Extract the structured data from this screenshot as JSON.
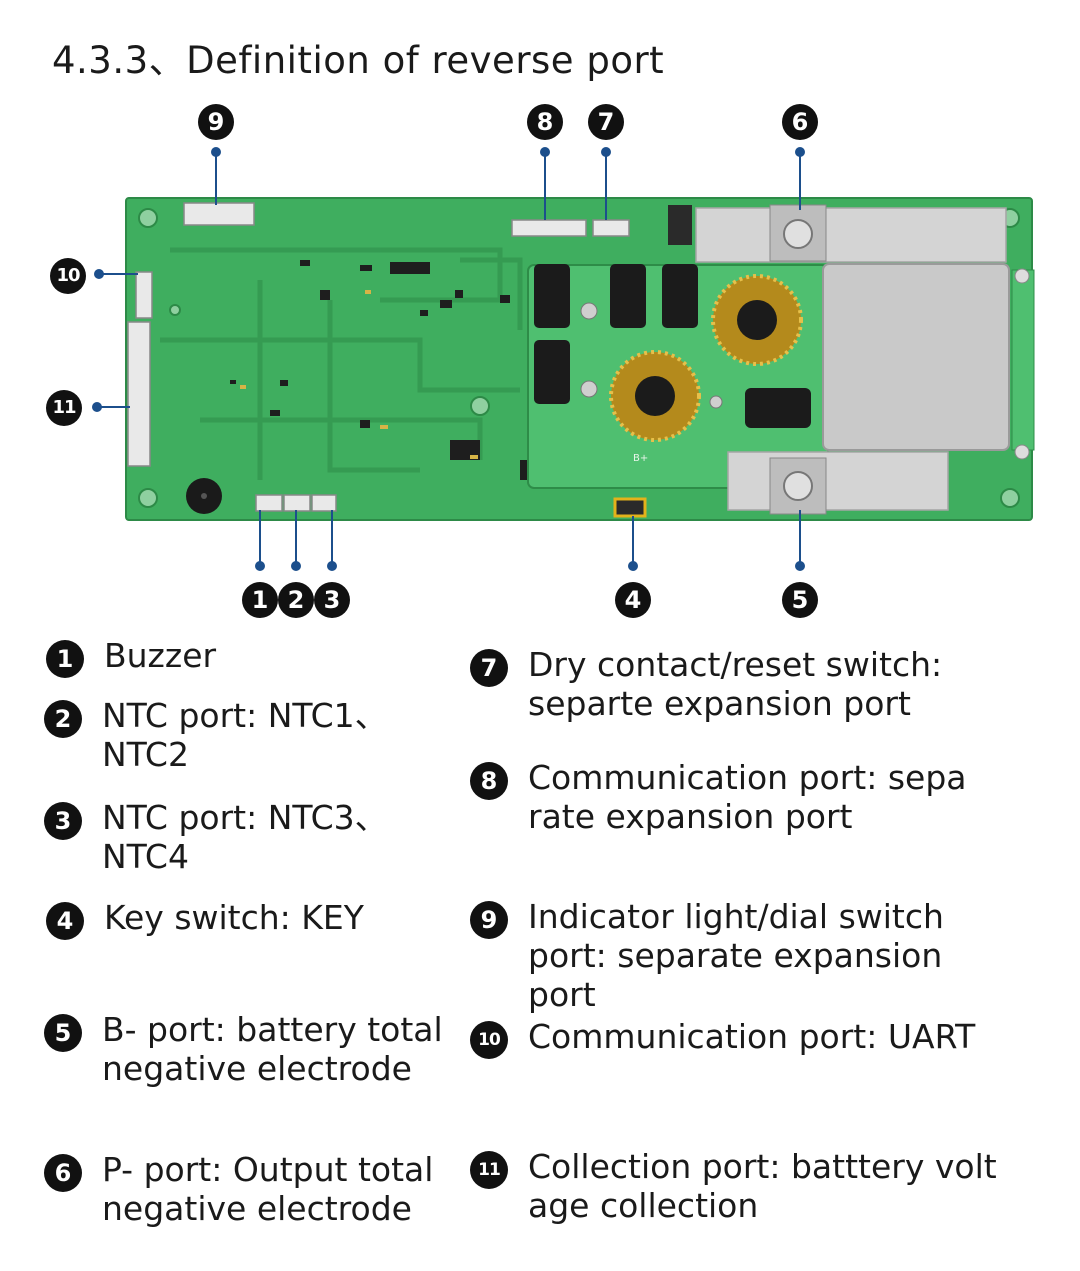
{
  "title": "4.3.3、Definition of reverse port",
  "colors": {
    "pcb": "#3fae5f",
    "pcb_dark": "#2e8c48",
    "pcb_edge": "#5cc27a",
    "leader": "#1c4f8c",
    "badge": "#111111"
  },
  "markers": [
    {
      "num": "9"
    },
    {
      "num": "8"
    },
    {
      "num": "7"
    },
    {
      "num": "6"
    },
    {
      "num": "10"
    },
    {
      "num": "11"
    },
    {
      "num": "1"
    },
    {
      "num": "2"
    },
    {
      "num": "3"
    },
    {
      "num": "4"
    },
    {
      "num": "5"
    }
  ],
  "board_labels": {
    "b_plus": "B+"
  },
  "legend": [
    {
      "num": "1",
      "lines": [
        "Buzzer"
      ]
    },
    {
      "num": "2",
      "lines": [
        "NTC port: NTC1、",
        "NTC2"
      ]
    },
    {
      "num": "3",
      "lines": [
        "NTC port: NTC3、",
        "NTC4"
      ]
    },
    {
      "num": "4",
      "lines": [
        "Key switch: KEY"
      ]
    },
    {
      "num": "5",
      "lines": [
        "B- port: battery total",
        "negative electrode"
      ]
    },
    {
      "num": "6",
      "lines": [
        "P- port: Output total",
        "negative electrode"
      ]
    },
    {
      "num": "7",
      "lines": [
        "Dry contact/reset switch:",
        "separte expansion port"
      ]
    },
    {
      "num": "8",
      "lines": [
        "Communication port: sepa",
        "rate expansion port"
      ]
    },
    {
      "num": "9",
      "lines": [
        "Indicator light/dial switch",
        "port: separate expansion",
        "port"
      ]
    },
    {
      "num": "10",
      "lines": [
        "Communication port: UART"
      ]
    },
    {
      "num": "11",
      "lines": [
        "Collection port: batttery volt",
        "age collection"
      ]
    }
  ]
}
